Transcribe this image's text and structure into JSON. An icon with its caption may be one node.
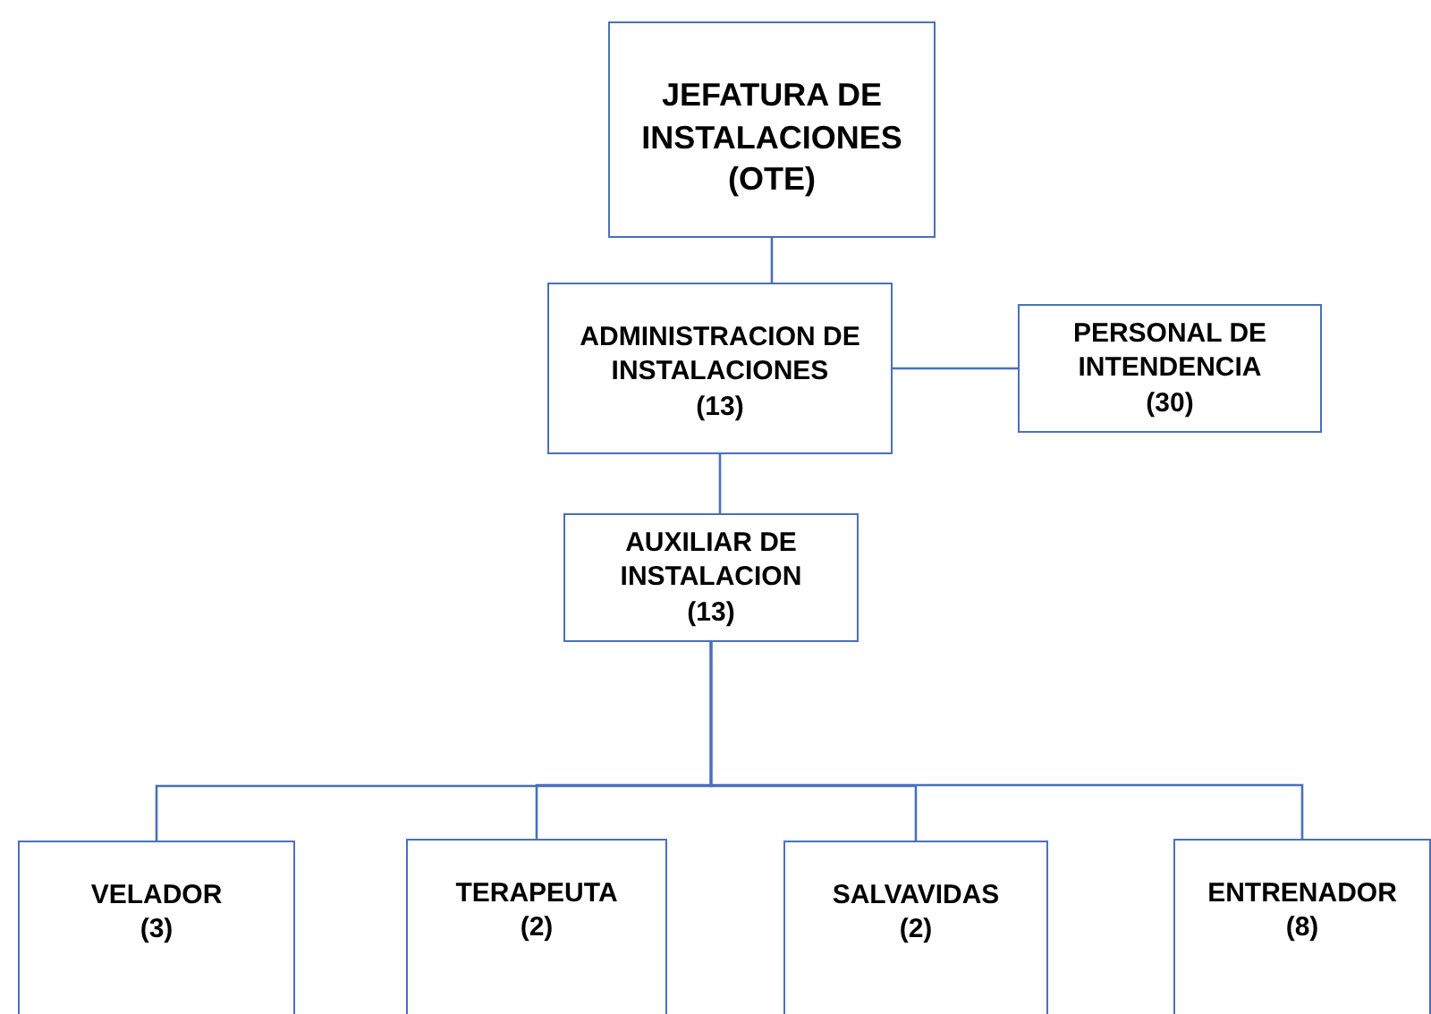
{
  "diagram": {
    "nodes": [
      {
        "text": [
          "JEFATURA DE INSTALACIONES",
          "(OTE)"
        ]
      },
      {
        "text": [
          "ADMINISTRACION DE INSTALACIONES",
          "(13)"
        ]
      },
      {
        "text": [
          "PERSONAL DE INTENDENCIA",
          "(30)"
        ]
      },
      {
        "text": [
          "AUXILIAR  DE INSTALACION",
          "(13)"
        ]
      },
      {
        "text": [
          "VELADOR",
          "(3)"
        ]
      },
      {
        "text": [
          "TERAPEUTA",
          "(2)"
        ]
      },
      {
        "text": [
          "SALVAVIDAS",
          "(2)"
        ]
      },
      {
        "text": [
          "ENTRENADOR",
          "(8)"
        ]
      }
    ],
    "edges": [
      {
        "from": 0,
        "to": 1,
        "arrow": "none"
      },
      {
        "from": 1,
        "to": 2,
        "arrow": "none"
      },
      {
        "from": 1,
        "to": 3,
        "arrow": "none"
      },
      {
        "from": 3,
        "to": 4,
        "arrow": "none"
      },
      {
        "from": 3,
        "to": 5,
        "arrow": "none"
      },
      {
        "from": 3,
        "to": 6,
        "arrow": "none"
      },
      {
        "from": 3,
        "to": 7,
        "arrow": "none"
      }
    ]
  }
}
